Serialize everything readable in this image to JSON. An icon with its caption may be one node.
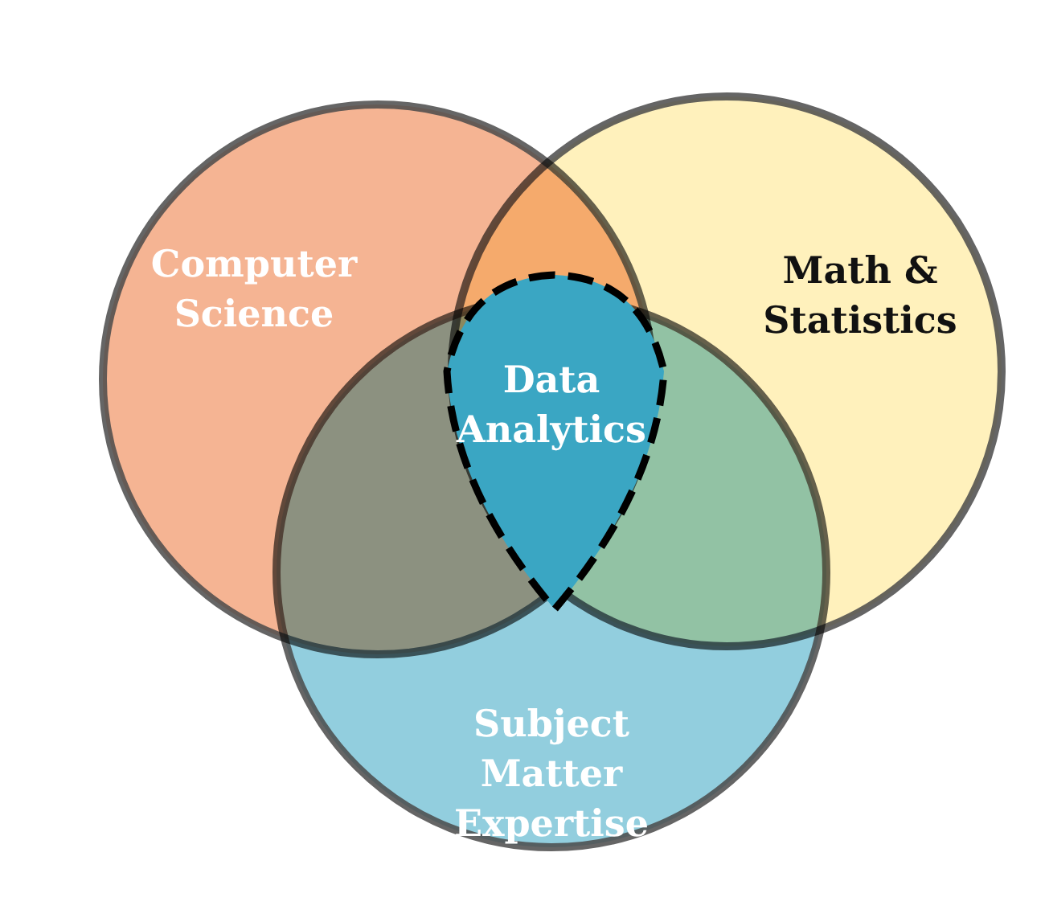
{
  "diagram": {
    "nodes": [
      {
        "text": [
          "Computer Science"
        ]
      },
      {
        "text": [
          "Math & Statistics"
        ]
      },
      {
        "text": [
          "Subject Matter Expertise"
        ]
      },
      {
        "text": [
          "Data Analytics"
        ]
      }
    ]
  }
}
